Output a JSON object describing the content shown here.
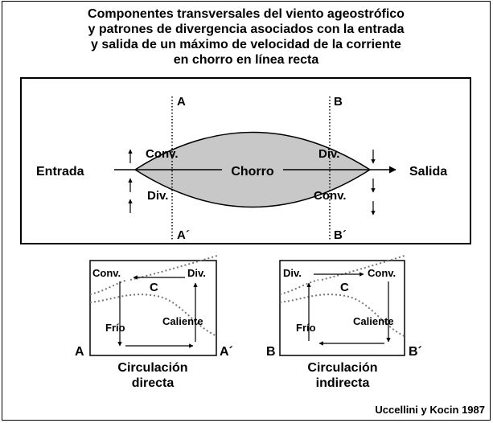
{
  "title": {
    "lines": [
      "Componentes transversales del viento ageostrófico",
      "y patrones de divergencia asociados con la entrada",
      "y salida de un máximo de velocidad de la corriente",
      "en chorro en línea recta"
    ]
  },
  "jet_panel": {
    "entrada": "Entrada",
    "salida": "Salida",
    "chorro": "Chorro",
    "conv_left": "Conv.",
    "div_left": "Div.",
    "div_right": "Div.",
    "conv_right": "Conv.",
    "line_a_top": "A",
    "line_a_bottom": "A´",
    "line_b_top": "B",
    "line_b_bottom": "B´"
  },
  "direct_panel": {
    "conv": "Conv.",
    "div": "Div.",
    "center": "C",
    "frio": "Frío",
    "caliente": "Caliente",
    "left_label": "A",
    "right_label": "A´",
    "caption_line1": "Circulación",
    "caption_line2": "directa"
  },
  "indirect_panel": {
    "div": "Div.",
    "conv": "Conv.",
    "center": "C",
    "frio": "Frío",
    "caliente": "Caliente",
    "left_label": "B",
    "right_label": "B´",
    "caption_line1": "Circulación",
    "caption_line2": "indirecta"
  },
  "credit": "Uccellini y Kocin 1987",
  "colors": {
    "jet_fill": "#c8c8c8",
    "line": "#000000",
    "background": "#ffffff"
  }
}
